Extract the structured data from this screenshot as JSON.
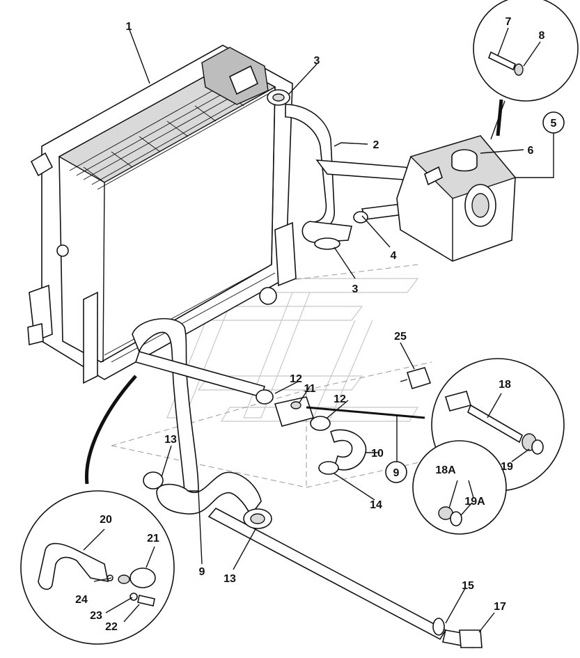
{
  "callouts": [
    {
      "id": "c1",
      "text": "1"
    },
    {
      "id": "c2",
      "text": "2"
    },
    {
      "id": "c3a",
      "text": "3"
    },
    {
      "id": "c3b",
      "text": "3"
    },
    {
      "id": "c4",
      "text": "4"
    },
    {
      "id": "c5",
      "text": "5"
    },
    {
      "id": "c6",
      "text": "6"
    },
    {
      "id": "c7",
      "text": "7"
    },
    {
      "id": "c8",
      "text": "8"
    },
    {
      "id": "c9a",
      "text": "9"
    },
    {
      "id": "c9b",
      "text": "9"
    },
    {
      "id": "c10",
      "text": "10"
    },
    {
      "id": "c11",
      "text": "11"
    },
    {
      "id": "c12a",
      "text": "12"
    },
    {
      "id": "c12b",
      "text": "12"
    },
    {
      "id": "c13a",
      "text": "13"
    },
    {
      "id": "c13b",
      "text": "13"
    },
    {
      "id": "c14",
      "text": "14"
    },
    {
      "id": "c15",
      "text": "15"
    },
    {
      "id": "c17",
      "text": "17"
    },
    {
      "id": "c18",
      "text": "18"
    },
    {
      "id": "c18a",
      "text": "18A"
    },
    {
      "id": "c19",
      "text": "19"
    },
    {
      "id": "c19a",
      "text": "19A"
    },
    {
      "id": "c20",
      "text": "20"
    },
    {
      "id": "c21",
      "text": "21"
    },
    {
      "id": "c22",
      "text": "22"
    },
    {
      "id": "c23",
      "text": "23"
    },
    {
      "id": "c24",
      "text": "24"
    },
    {
      "id": "c25",
      "text": "25"
    }
  ]
}
